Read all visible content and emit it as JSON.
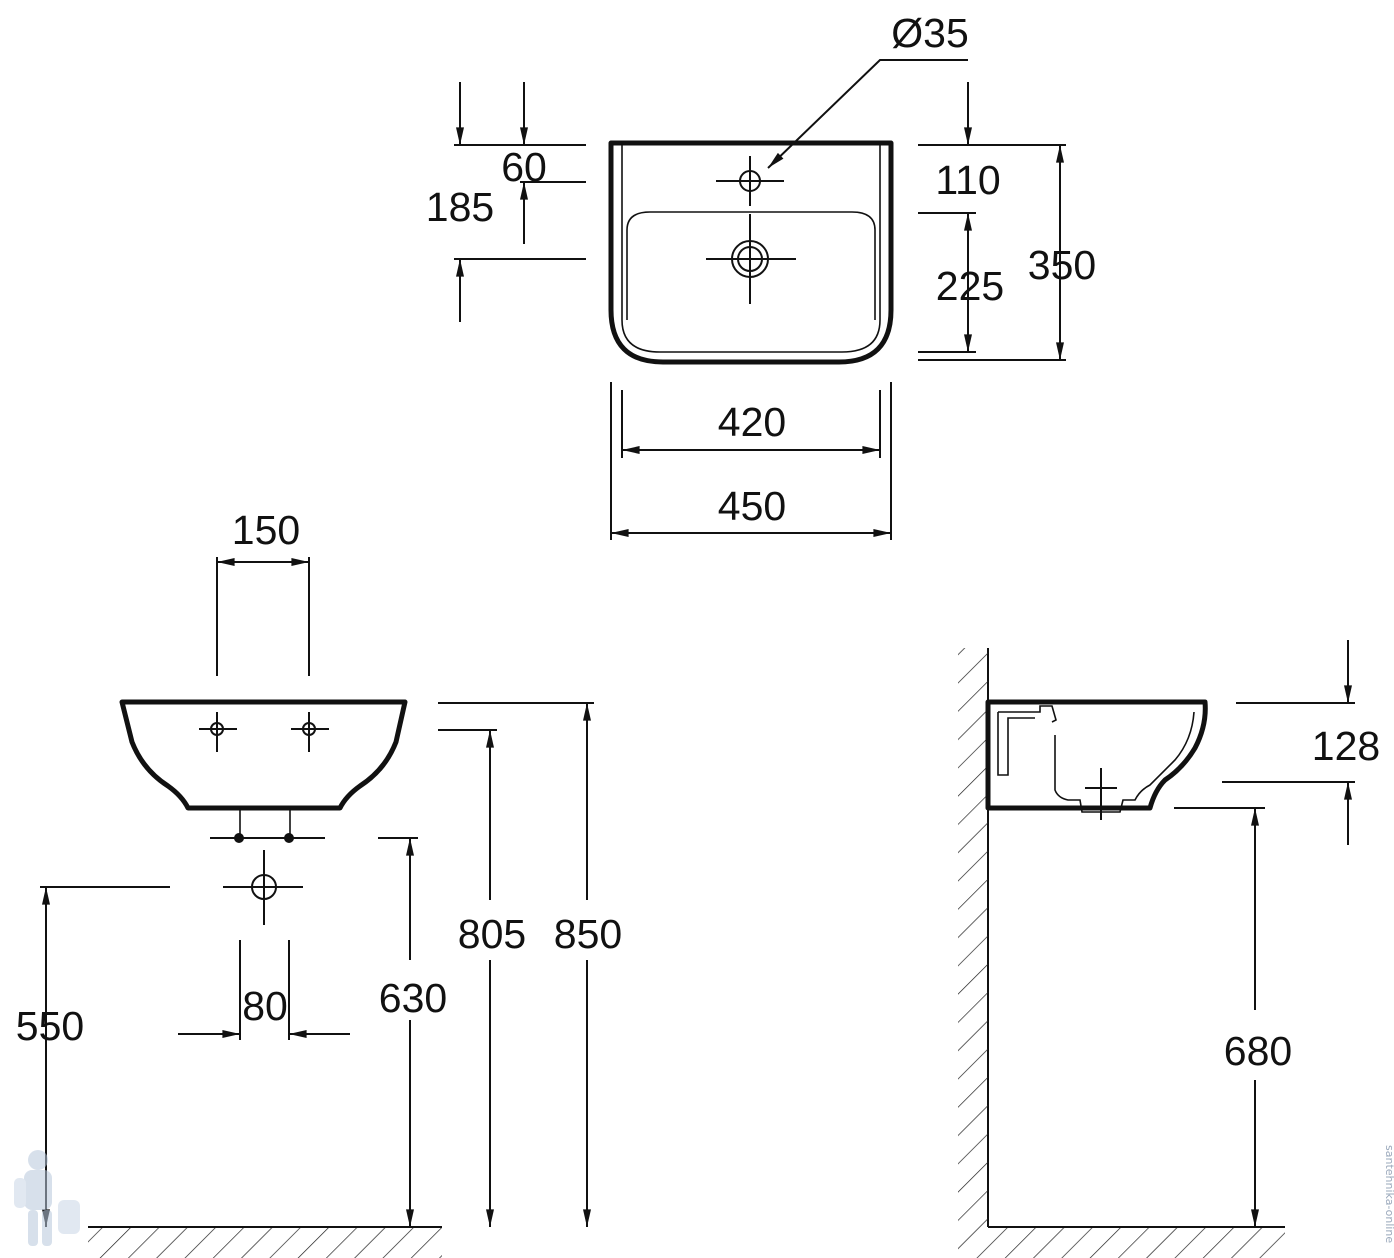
{
  "dimensions": {
    "top_view": {
      "drain_diameter": "Ø35",
      "overflow_offset": "60",
      "tap_to_drain": "185",
      "front_to_tap": "110",
      "tap_to_back_inner": "225",
      "total_depth": "350",
      "inner_width": "420",
      "outer_width": "450"
    },
    "front_view": {
      "tap_holes_spacing": "150",
      "waste_spacing": "80",
      "waste_height": "550",
      "drain_height": "630",
      "underside_height": "805",
      "rim_height": "850"
    },
    "side_view": {
      "bowl_depth": "128",
      "mounting_height": "680"
    }
  },
  "watermark": {
    "text": "santehnika-online"
  }
}
